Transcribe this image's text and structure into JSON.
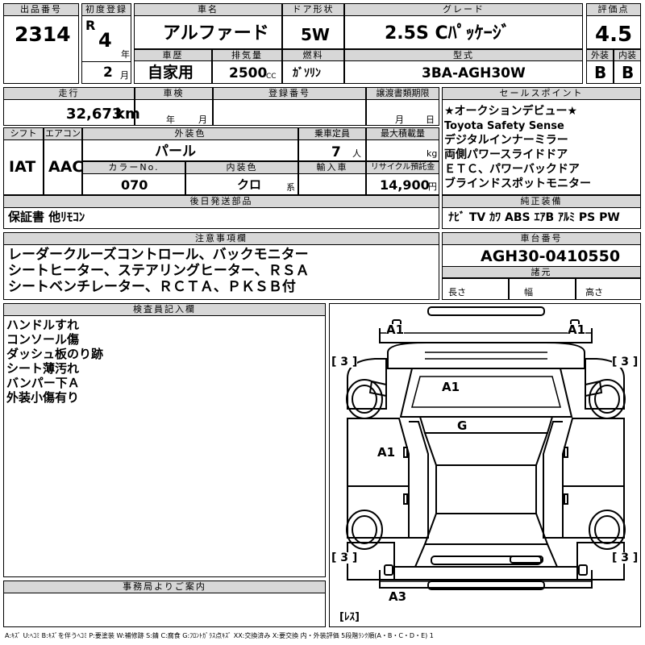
{
  "header": {
    "lot_label": "出品番号",
    "lot_no": "2314",
    "first_reg_label": "初度登録",
    "era": "R",
    "reg_year": "4",
    "year_unit": "年",
    "reg_month": "2",
    "month_unit": "月",
    "car_name_label": "車名",
    "car_name": "アルファード",
    "door_label": "ドア形状",
    "door": "5W",
    "grade_label": "グレード",
    "grade": "2.5S Cﾊﾟｯｹｰｼﾞ",
    "score_label": "評価点",
    "score": "4.5",
    "history_label": "車歴",
    "history": "自家用",
    "disp_label": "排気量",
    "disp": "2500",
    "disp_unit": "CC",
    "fuel_label": "燃料",
    "fuel": "ｶﾞｿﾘﾝ",
    "model_label": "型式",
    "model": "3BA-AGH30W",
    "ext_grade_label": "外装",
    "ext_grade": "B",
    "int_grade_label": "内装",
    "int_grade": "B"
  },
  "row2": {
    "mileage_label": "走行",
    "mileage": "32,673",
    "mileage_unit": "km",
    "inspect_label": "車検",
    "inspect_year_unit": "年",
    "inspect_month_unit": "月",
    "plate_label": "登録番号",
    "transfer_label": "譲渡書類期限",
    "transfer_month_unit": "月",
    "transfer_day_unit": "日",
    "shift_label": "シフト",
    "shift": "IAT",
    "ac_label": "エアコン",
    "ac": "AAC",
    "color_label": "外装色",
    "color": "パール",
    "capacity_label": "乗車定員",
    "capacity": "7",
    "capacity_unit": "人",
    "load_label": "最大積載量",
    "load_unit": "kg",
    "color_no_label": "カラーNo.",
    "color_no": "070",
    "int_color_label": "内装色",
    "int_color": "クロ",
    "int_color_suffix": "系",
    "import_label": "輸入車",
    "recycle_label": "リサイクル預託金",
    "recycle": "14,900",
    "recycle_unit": "円"
  },
  "sales_points": {
    "label": "セールスポイント",
    "items": [
      "★オークションデビュー★",
      "Toyota Safety Sense",
      "デジタルインナーミラー",
      "両側パワースライドドア",
      "ＥＴＣ、パワーバックドア",
      "ブラインドスポットモニター"
    ]
  },
  "later_parts": {
    "label": "後日発送部品",
    "value": "保証書 他ﾘﾓｺﾝ"
  },
  "equipment": {
    "label": "純正装備",
    "value": "ﾅﾋﾞ TV ｶﾜ ABS ｴｱB ｱﾙﾐ PS PW"
  },
  "notes": {
    "label": "注意事項欄",
    "lines": [
      "レーダークルーズコントロール、バックモニター",
      "シートヒーター、ステアリングヒーター、ＲＳＡ",
      "シートベンチレーター、ＲＣＴＡ、ＰＫＳＢ付"
    ]
  },
  "chassis": {
    "label": "車台番号",
    "value": "AGH30-0410550",
    "dims_label": "諸元",
    "length_label": "長さ",
    "width_label": "幅",
    "height_label": "高さ"
  },
  "inspector": {
    "label": "検査員記入欄",
    "lines": [
      "ハンドルすれ",
      "コンソール傷",
      "ダッシュ板のり跡",
      "シート薄汚れ",
      "バンパー下Ａ",
      "外装小傷有り"
    ]
  },
  "office": {
    "label": "事務局よりご案内"
  },
  "diagram": {
    "marks": {
      "front_left": "A1",
      "front_right": "A1",
      "windshield": "A1",
      "roof": "G",
      "left_side": "A1",
      "rear": "A3"
    },
    "brackets": {
      "fl": "[ 3 ]",
      "fr": "[ 3 ]",
      "rl": "[ 3 ]",
      "rr": "[ 3 ]",
      "rear_bottom": "[ﾚｽ]"
    }
  },
  "legend": "A:ｷｽﾞ U:ﾍｺﾐ B:ｷｽﾞを伴うﾍｺﾐ P:要塗装 W:補修跡 S:錆 C:腐食 G:ﾌﾛﾝﾄｶﾞﾗｽ点ｷｽﾞ XX:交換済み X:要交換  内・外装評価  5段階ﾗﾝｸ順(A・B・C・D・E) 1"
}
